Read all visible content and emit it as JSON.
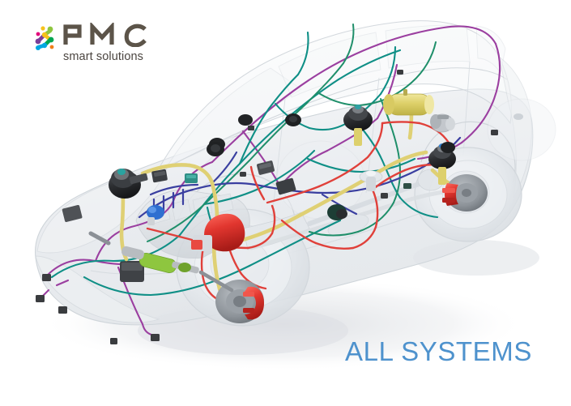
{
  "background_color": "#ffffff",
  "logo": {
    "brand": "PMC",
    "tagline": "smart solutions",
    "wordmark_color": "#5c5449",
    "tagline_color": "#4b4540",
    "mark_icon": "molecule-dots-icon",
    "mark_dot_colors": [
      "#8ec63f",
      "#f6c21c",
      "#7a3f98",
      "#e2007a",
      "#00a7e1",
      "#00a651",
      "#f07f1a"
    ]
  },
  "headline": {
    "text": "ALL SYSTEMS",
    "color": "#4e92cd"
  },
  "illustration": {
    "name": "ghosted-suv-systems-cutaway",
    "subject": "transparent SUV showing all vehicle systems",
    "body_color": "#e9ebee",
    "body_outline_color": "#cfd4d9",
    "shadow_color": "#e4e6e9",
    "system_colors": {
      "wiring_purple": "#9b3fa0",
      "wiring_teal": "#0f8f86",
      "wiring_green": "#1f8f6a",
      "brake_red": "#e23b3b",
      "fluid_yellow": "#e8d98a",
      "electronics_navy": "#3a3fa0",
      "sensor_blue": "#2f6fd0",
      "accent_lime": "#8ec63f"
    },
    "components": [
      {
        "name": "brake-booster",
        "color": "#2e2e30",
        "system": "braking"
      },
      {
        "name": "master-cylinder",
        "color": "#e23b3b",
        "system": "braking"
      },
      {
        "name": "front-brake-caliper",
        "color": "#e23b3b",
        "system": "braking"
      },
      {
        "name": "rear-brake-caliper",
        "color": "#e23b3b",
        "system": "braking"
      },
      {
        "name": "air-suspension-reservoir",
        "color": "#e2d469",
        "system": "suspension"
      },
      {
        "name": "air-compressor",
        "color": "#b9bcc0",
        "system": "suspension"
      },
      {
        "name": "air-spring-front",
        "color": "#2e2e30",
        "system": "suspension"
      },
      {
        "name": "air-spring-rear",
        "color": "#2e2e30",
        "system": "suspension"
      },
      {
        "name": "steering-rack",
        "color": "#8ec63f",
        "system": "steering"
      },
      {
        "name": "ecu-module",
        "color": "#4b4b4e",
        "system": "electronics"
      },
      {
        "name": "parking-sensor",
        "color": "#3a3a3c",
        "system": "sensors"
      },
      {
        "name": "speaker",
        "color": "#2e2e30",
        "system": "infotainment"
      },
      {
        "name": "fuel-filler",
        "color": "#d7dade",
        "system": "fuel"
      },
      {
        "name": "engine-block",
        "color": "#dfe2e6",
        "system": "powertrain"
      },
      {
        "name": "wheel",
        "color": "#e3e6ea",
        "system": "chassis"
      },
      {
        "name": "brake-rotor",
        "color": "#9ca1a6",
        "system": "braking"
      }
    ]
  }
}
